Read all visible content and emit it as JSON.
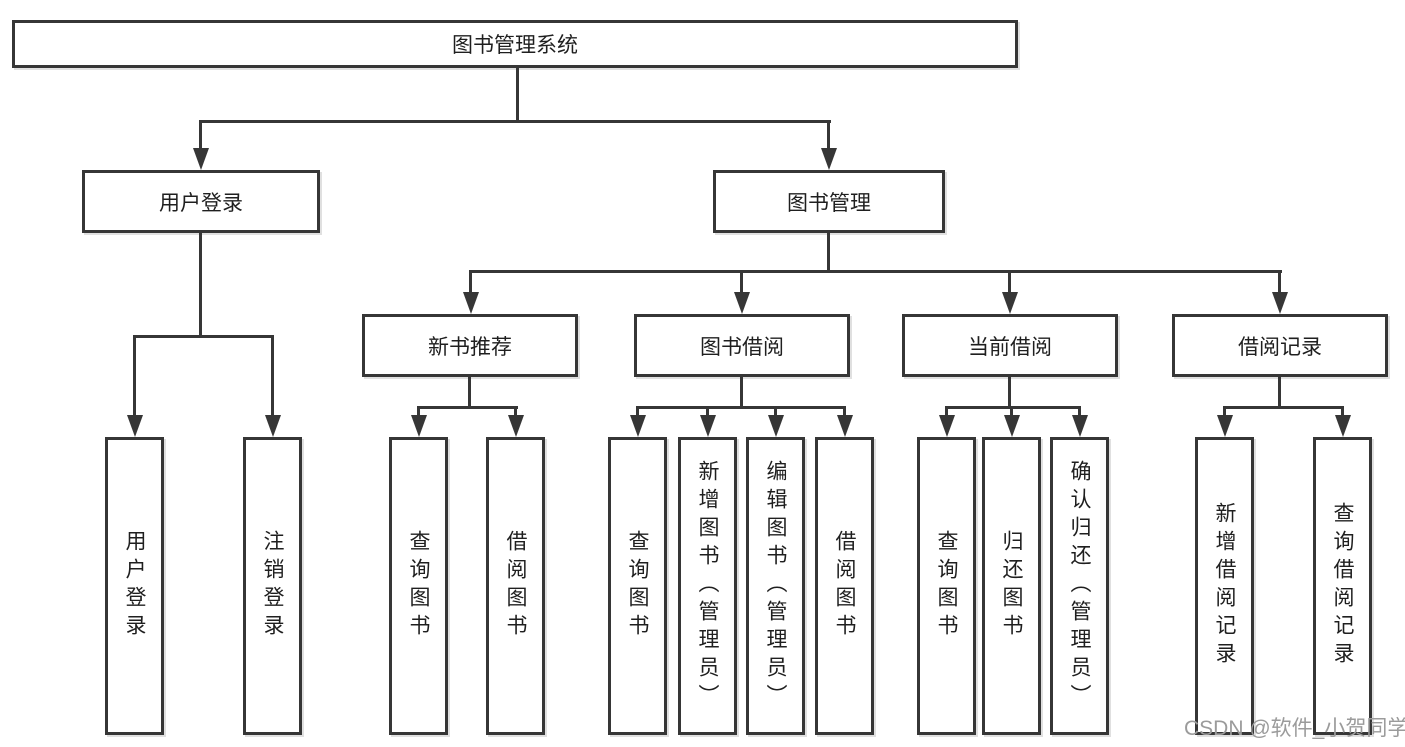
{
  "diagram": {
    "root": {
      "label": "图书管理系统"
    },
    "level2": [
      {
        "label": "用户登录",
        "children": [
          {
            "label": "用户登录"
          },
          {
            "label": "注销登录"
          }
        ]
      },
      {
        "label": "图书管理",
        "children": [
          {
            "label": "新书推荐",
            "children": [
              {
                "label": "查询图书"
              },
              {
                "label": "借阅图书"
              }
            ]
          },
          {
            "label": "图书借阅",
            "children": [
              {
                "label": "查询图书"
              },
              {
                "label": "新增图书（管理员）"
              },
              {
                "label": "编辑图书（管理员）"
              },
              {
                "label": "借阅图书"
              }
            ]
          },
          {
            "label": "当前借阅",
            "children": [
              {
                "label": "查询图书"
              },
              {
                "label": "归还图书"
              },
              {
                "label": "确认归还（管理员）"
              }
            ]
          },
          {
            "label": "借阅记录",
            "children": [
              {
                "label": "新增借阅记录"
              },
              {
                "label": "查询借阅记录"
              }
            ]
          }
        ]
      }
    ]
  },
  "watermark": {
    "text": "CSDN @软件_小贺同学"
  },
  "colors": {
    "line": "#363636",
    "text": "#1f1f1f",
    "watermark": "#9b9b9b",
    "background": "#ffffff"
  }
}
